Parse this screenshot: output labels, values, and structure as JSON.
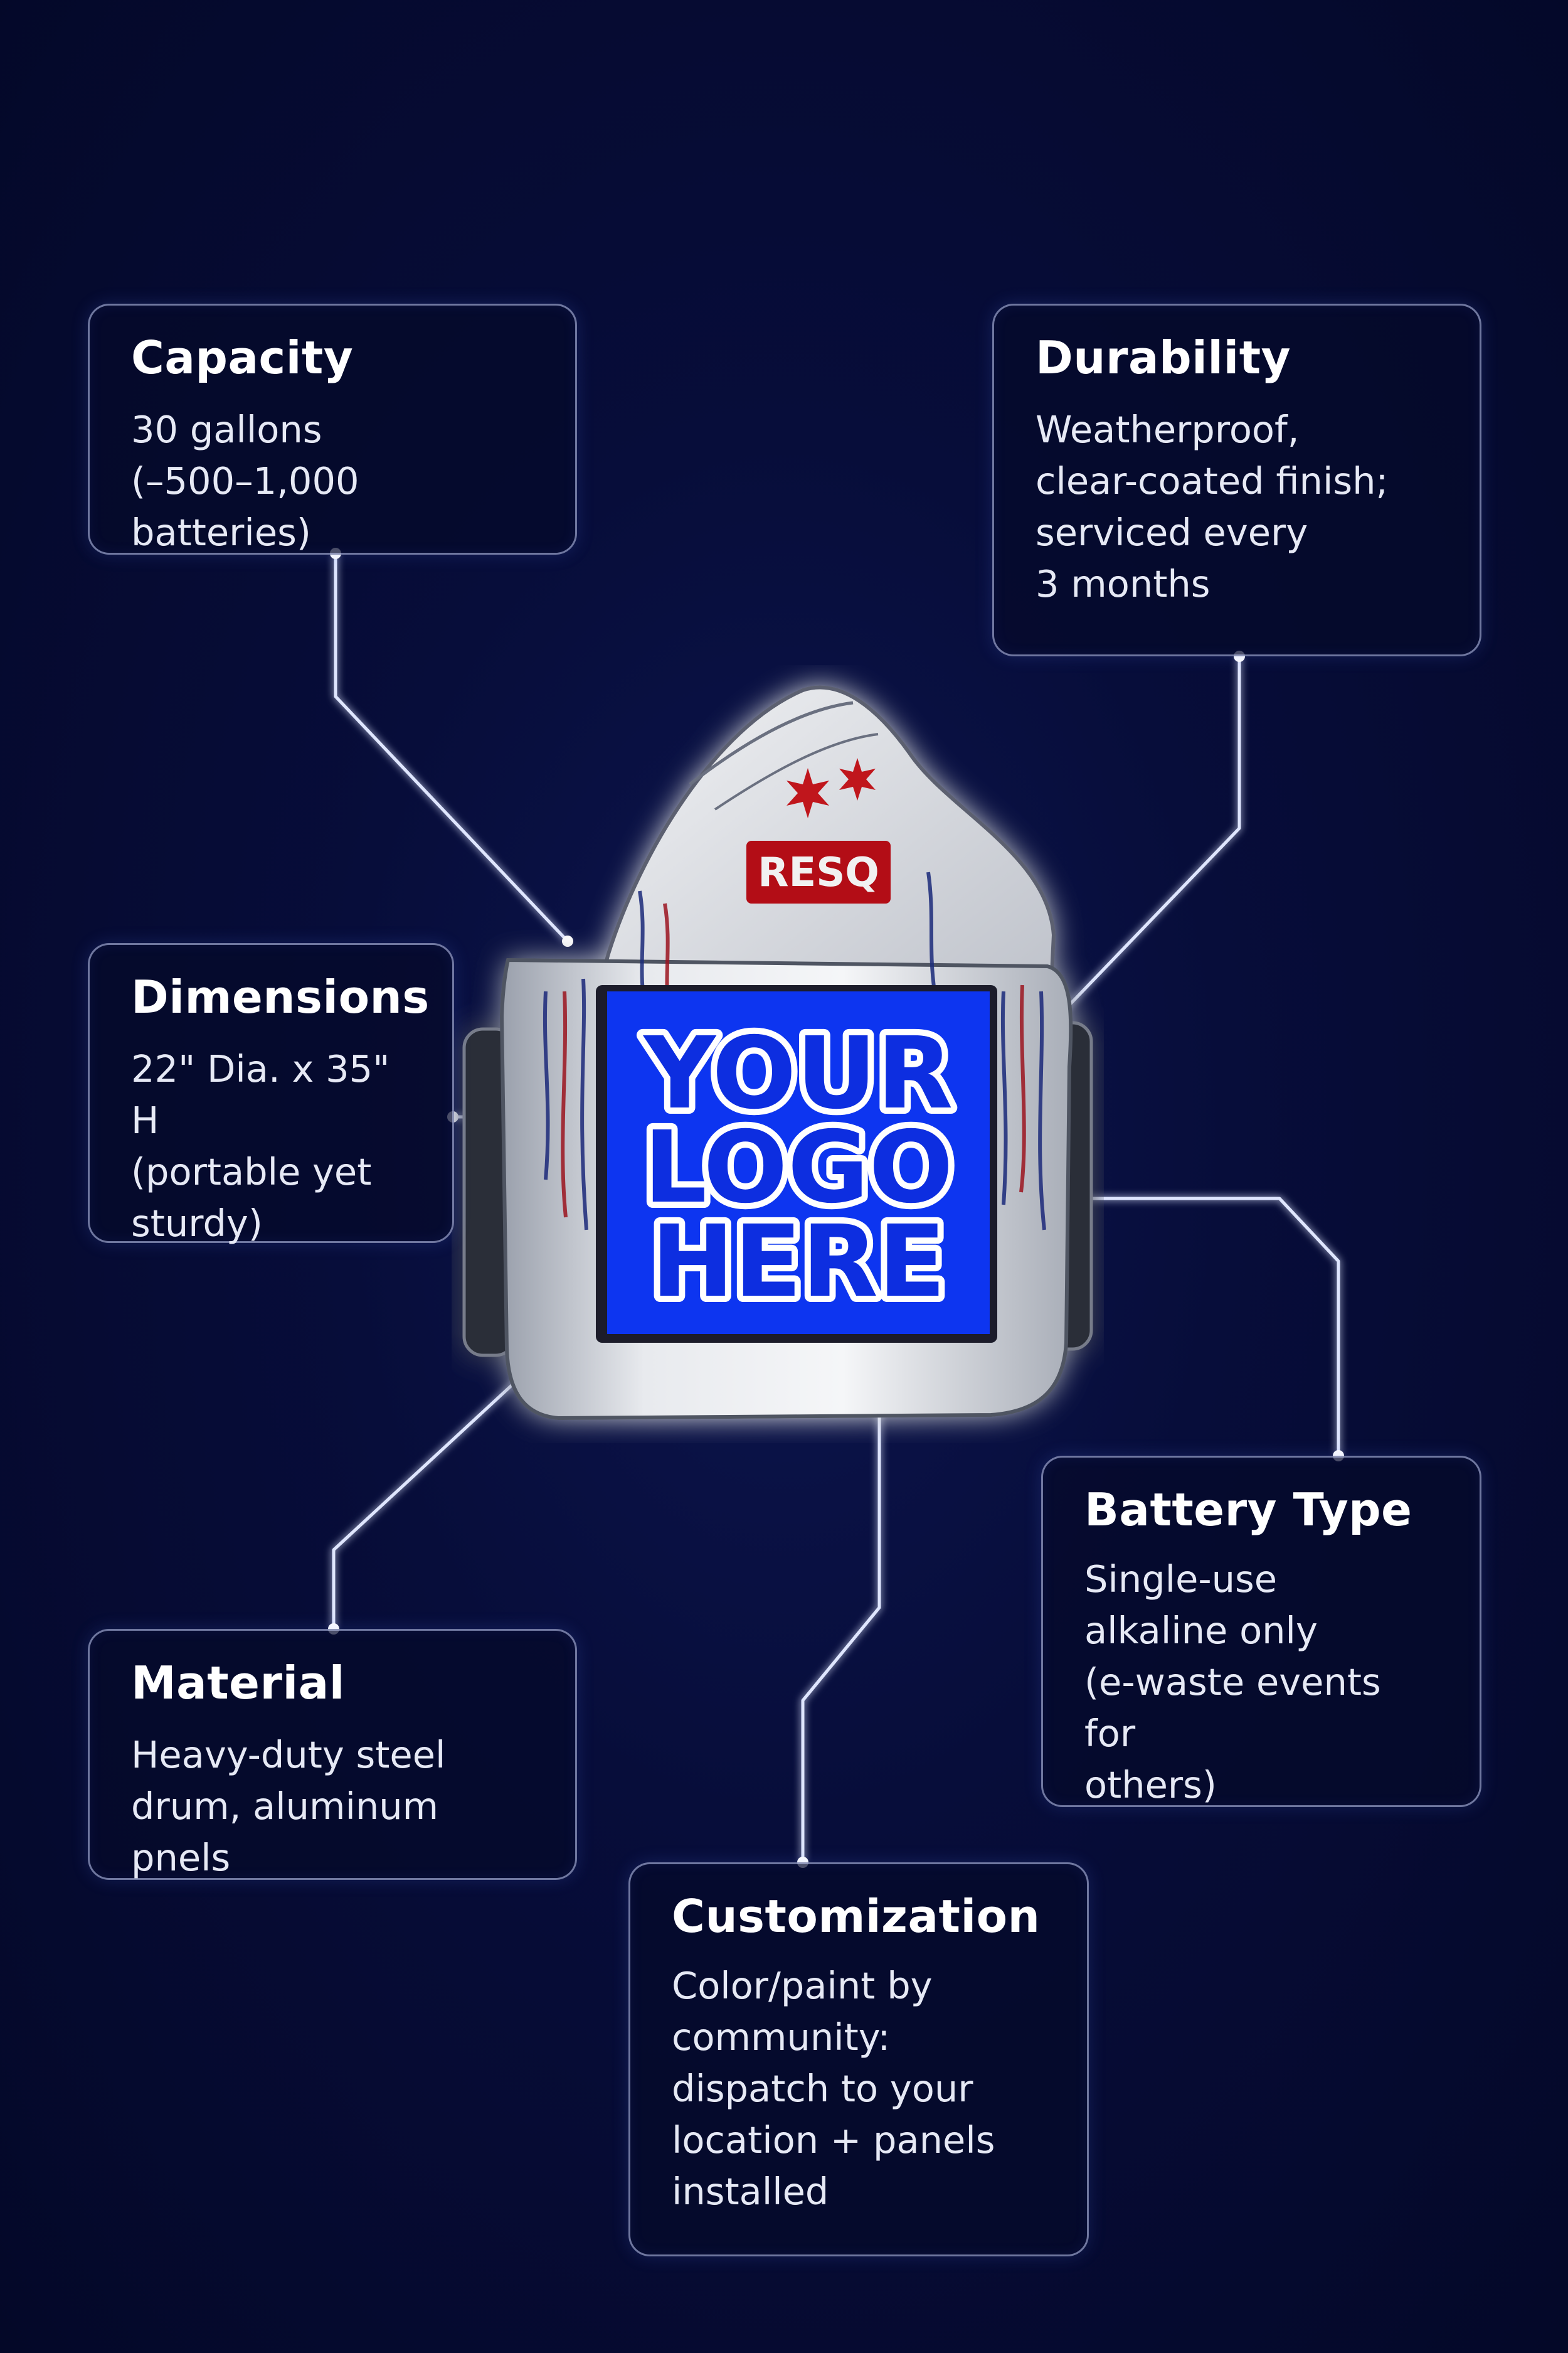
{
  "colors": {
    "background": "#060b34",
    "connector": "#dfe6ff",
    "logo_panel": "#0a36f0",
    "logo_text": "#0a2ee0",
    "badge_red": "#c0141c"
  },
  "product": {
    "badge_text": "RESQ",
    "logo_lines": [
      "YOUR",
      "LOGO",
      "HERE"
    ]
  },
  "features": {
    "capacity": {
      "title": "Capacity",
      "body": "30 gallons\n(–500–1,000 batteries)"
    },
    "durability": {
      "title": "Durability",
      "body": "Weatherproof,\nclear-coated finish;\nserviced every\n3 months"
    },
    "dimensions": {
      "title": "Dimensions",
      "body": "22\" Dia. x 35\" H\n(portable yet\nsturdy)"
    },
    "battery_type": {
      "title": "Battery Type",
      "body": "Single-use\nalkaline only\n(e-waste events for\nothers)"
    },
    "material": {
      "title": "Material",
      "body": "Heavy-duty steel\ndrum, aluminum pnels"
    },
    "customization": {
      "title": "Customization",
      "body": "Color/paint by\ncommunity:\ndispatch to your\nlocation + panels\ninstalled"
    }
  }
}
